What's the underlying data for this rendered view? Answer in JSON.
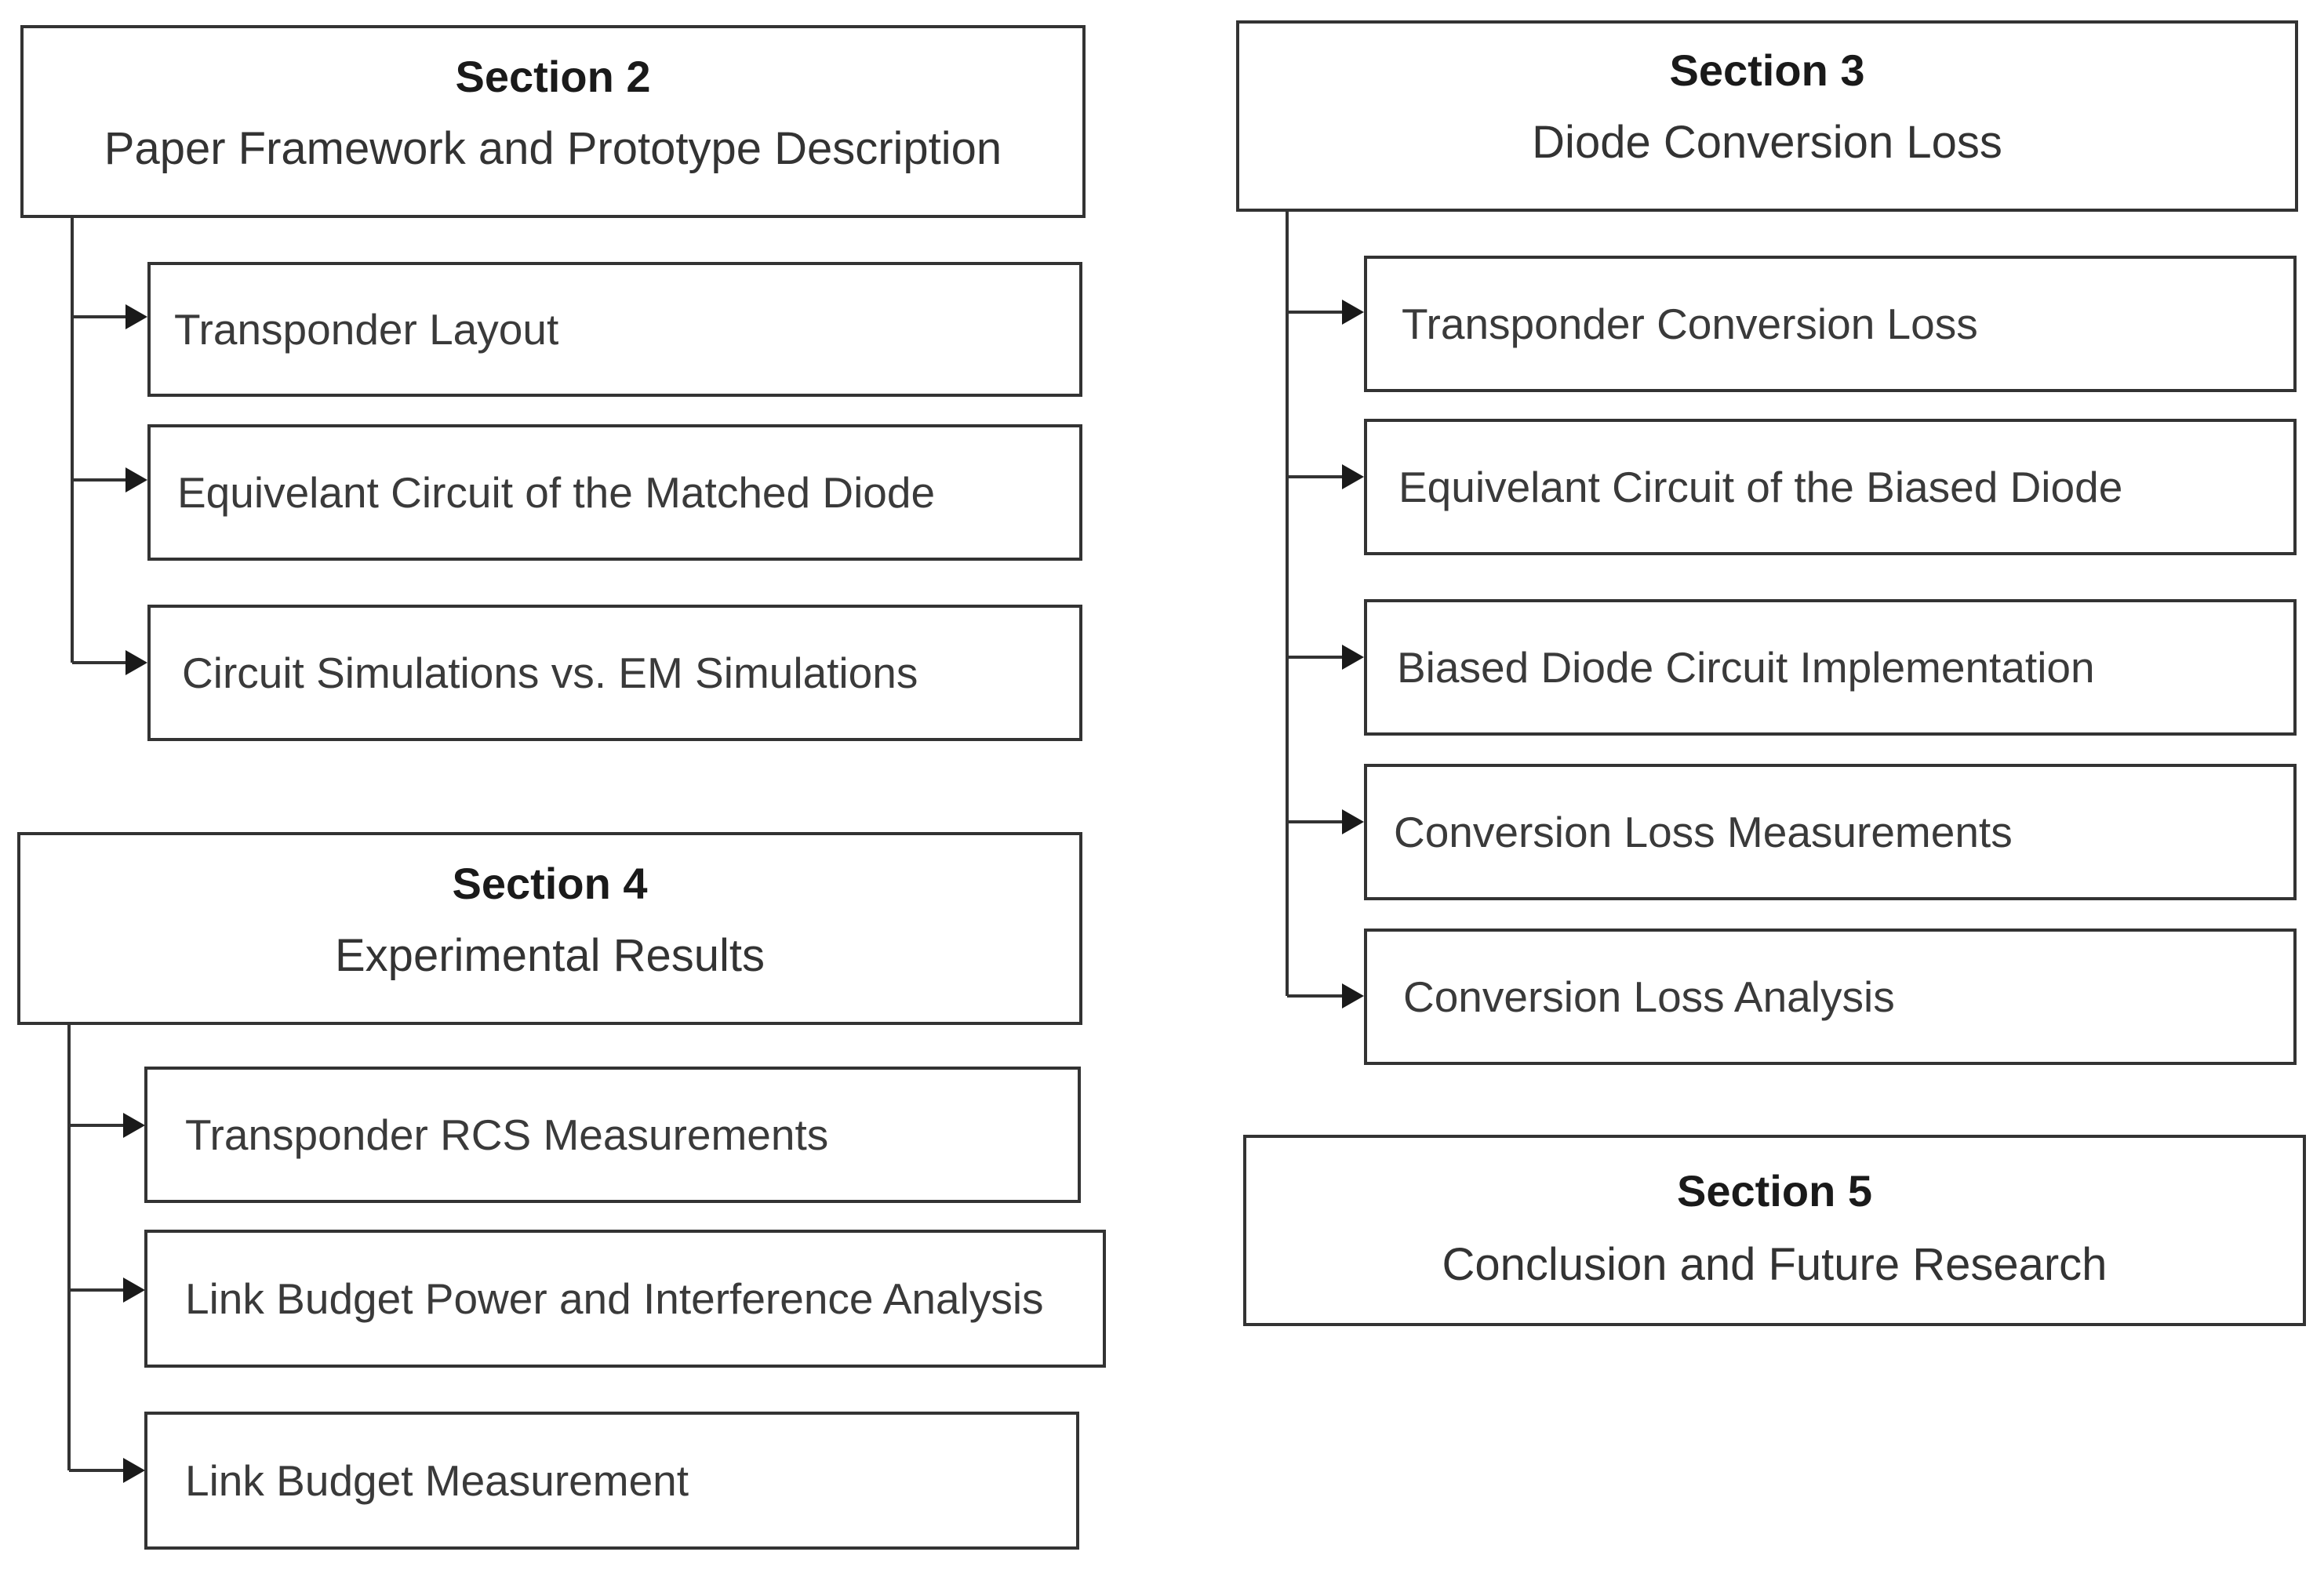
{
  "sections": [
    {
      "id": "section-2",
      "number": "Section 2",
      "title": "Paper Framework and Prototype Description",
      "children": [
        "Transponder Layout",
        "Equivelant Circuit of the Matched Diode",
        "Circuit Simulations vs. EM Simulations"
      ]
    },
    {
      "id": "section-3",
      "number": "Section 3",
      "title": "Diode Conversion Loss",
      "children": [
        "Transponder Conversion Loss",
        "Equivelant Circuit of the Biased Diode",
        "Biased Diode Circuit Implementation",
        "Conversion Loss Measurements",
        "Conversion Loss Analysis"
      ]
    },
    {
      "id": "section-4",
      "number": "Section 4",
      "title": "Experimental Results",
      "children": [
        "Transponder RCS Measurements",
        "Link Budget Power and Interference Analysis",
        "Link Budget Measurement"
      ]
    },
    {
      "id": "section-5",
      "number": "Section 5",
      "title": "Conclusion and Future Research",
      "children": []
    }
  ],
  "colors": {
    "line": "#333333",
    "text": "#333333",
    "background": "#ffffff"
  }
}
